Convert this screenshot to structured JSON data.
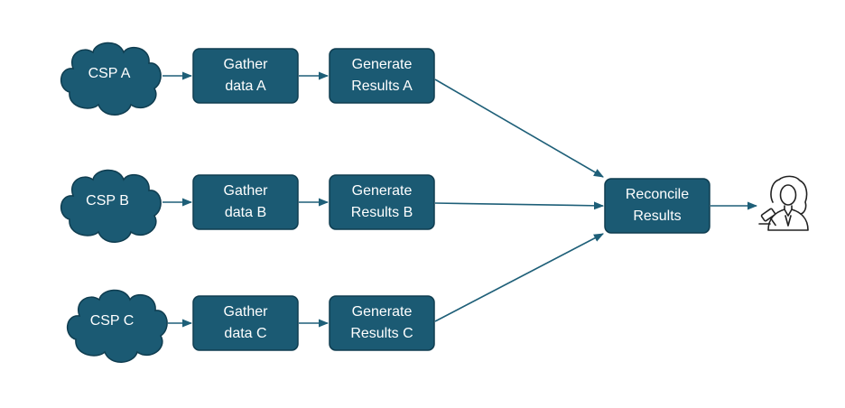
{
  "rows": [
    {
      "source": "CSP A",
      "gather": [
        "Gather",
        "data A"
      ],
      "generate": [
        "Generate",
        "Results A"
      ]
    },
    {
      "source": "CSP B",
      "gather": [
        "Gather",
        "data B"
      ],
      "generate": [
        "Generate",
        "Results B"
      ]
    },
    {
      "source": "CSP C",
      "gather": [
        "Gather",
        "data C"
      ],
      "generate": [
        "Generate",
        "Results C"
      ]
    }
  ],
  "reconcile": [
    "Reconcile",
    "Results"
  ],
  "actor_icon": "judge-icon",
  "colors": {
    "node_fill": "#1b5a73",
    "edge": "#1e5f78",
    "text": "#ffffff"
  }
}
